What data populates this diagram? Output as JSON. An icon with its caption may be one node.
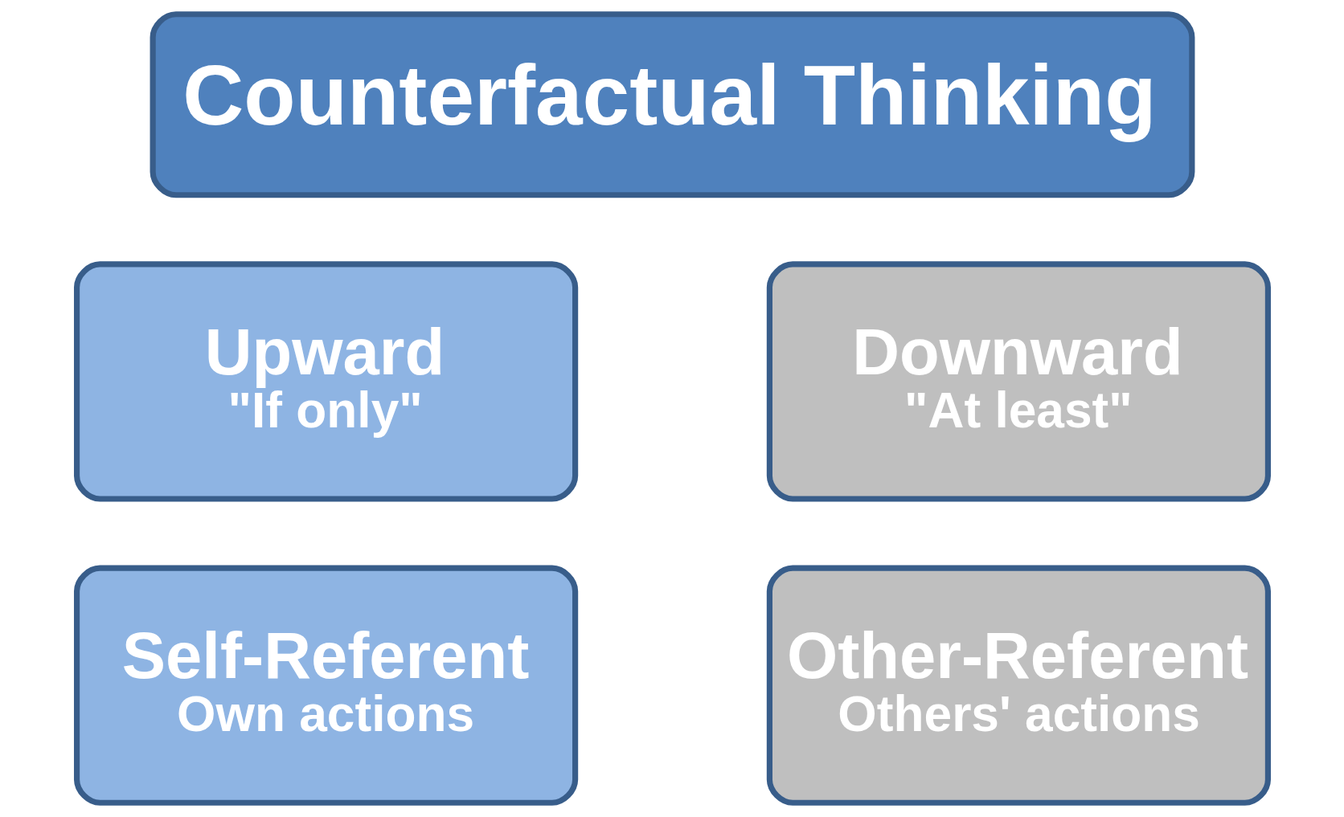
{
  "diagram": {
    "nodes": [
      {
        "text": [
          "Counterfactual Thinking"
        ]
      },
      {
        "text": [
          "Upward",
          "\"If only\""
        ]
      },
      {
        "text": [
          "Downward",
          "\"At least\""
        ]
      },
      {
        "text": [
          "Self-Referent",
          "Own actions"
        ]
      },
      {
        "text": [
          "Other-Referent",
          "Others' actions"
        ]
      }
    ]
  }
}
